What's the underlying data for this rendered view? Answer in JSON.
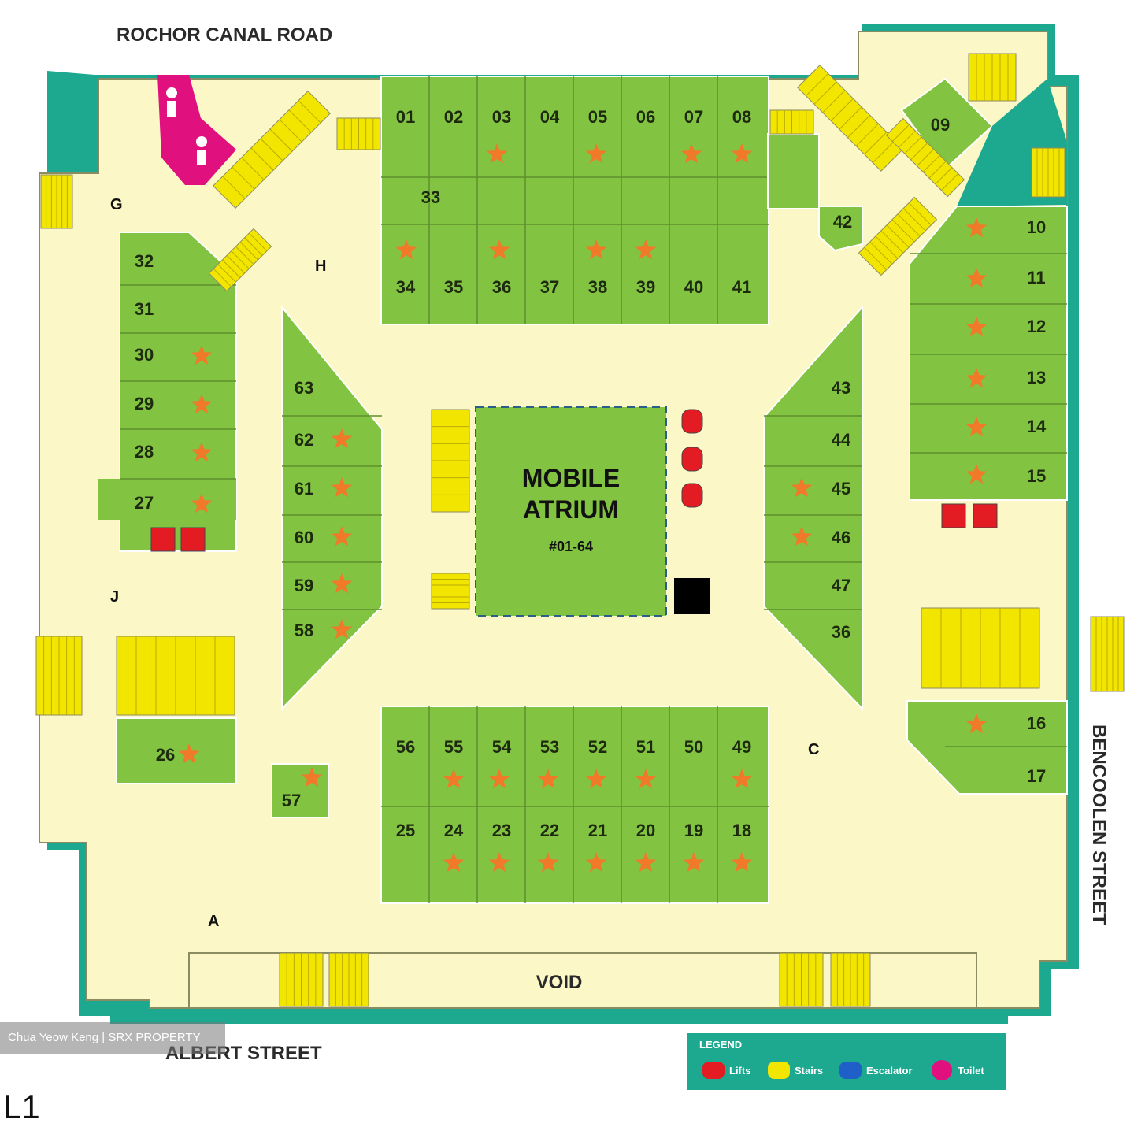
{
  "map": {
    "roads": {
      "north": "ROCHOR CANAL ROAD",
      "south": "ALBERT STREET",
      "east": "BENCOOLEN STREET"
    },
    "void_label": "VOID",
    "atrium": {
      "line1": "MOBILE",
      "line2": "ATRIUM",
      "unit": "#01-64"
    },
    "markers": [
      "A",
      "C",
      "G",
      "H",
      "J"
    ],
    "units_top_row": [
      "01",
      "02",
      "03",
      "04",
      "05",
      "06",
      "07",
      "08"
    ],
    "units_second_row": [
      "34",
      "35",
      "36",
      "37",
      "38",
      "39",
      "40",
      "41"
    ],
    "unit_33": "33",
    "units_left": [
      "32",
      "31",
      "30",
      "29",
      "28",
      "27"
    ],
    "units_left_inner": [
      "63",
      "62",
      "61",
      "60",
      "59",
      "58"
    ],
    "units_right": [
      "10",
      "11",
      "12",
      "13",
      "14",
      "15"
    ],
    "units_right_inner": [
      "43",
      "44",
      "45",
      "46",
      "47",
      "36"
    ],
    "units_bottom_top": [
      "56",
      "55",
      "54",
      "53",
      "52",
      "51",
      "50",
      "49"
    ],
    "units_bottom": [
      "25",
      "24",
      "23",
      "22",
      "21",
      "20",
      "19",
      "18"
    ],
    "misc_units": {
      "u09": "09",
      "u42": "42",
      "u16": "16",
      "u17": "17",
      "u26": "26",
      "u57": "57"
    },
    "legend": {
      "title": "LEGEND",
      "items": [
        {
          "label": "Lifts",
          "color": "#e31b23"
        },
        {
          "label": "Stairs",
          "color": "#f2e600"
        },
        {
          "label": "Escalator",
          "color": "#1f5fc8"
        },
        {
          "label": "Toilet",
          "color": "#e0117f"
        }
      ]
    },
    "colors": {
      "shop": "#82c341",
      "floor": "#fbf7c6",
      "border": "#1ca98f",
      "star": "#f07a2a",
      "stairs": "#f2e600"
    }
  },
  "watermark": "Chua Yeow Keng | SRX PROPERTY",
  "level": "L1"
}
